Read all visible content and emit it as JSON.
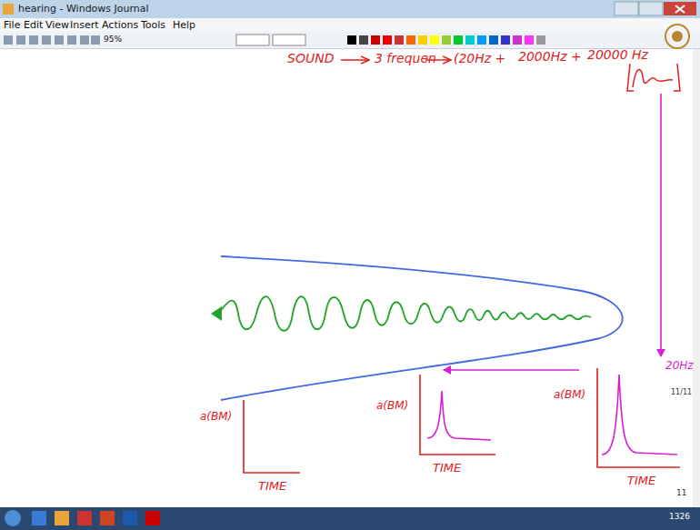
{
  "diagram": {
    "title": "hearing - Windows Journal",
    "labels": [
      "File",
      "Edit",
      "View",
      "Insert",
      "Actions",
      "Tools",
      "Help",
      "95%",
      "SOUND",
      "3 frequen",
      "(20Hz +",
      "2000Hz +",
      "20000 Hz",
      "a(BM)",
      "TIME",
      "a(BM)",
      "TIME",
      "a(BM)",
      "TIME",
      "20Hz",
      "11/11",
      "11",
      "1326"
    ]
  }
}
